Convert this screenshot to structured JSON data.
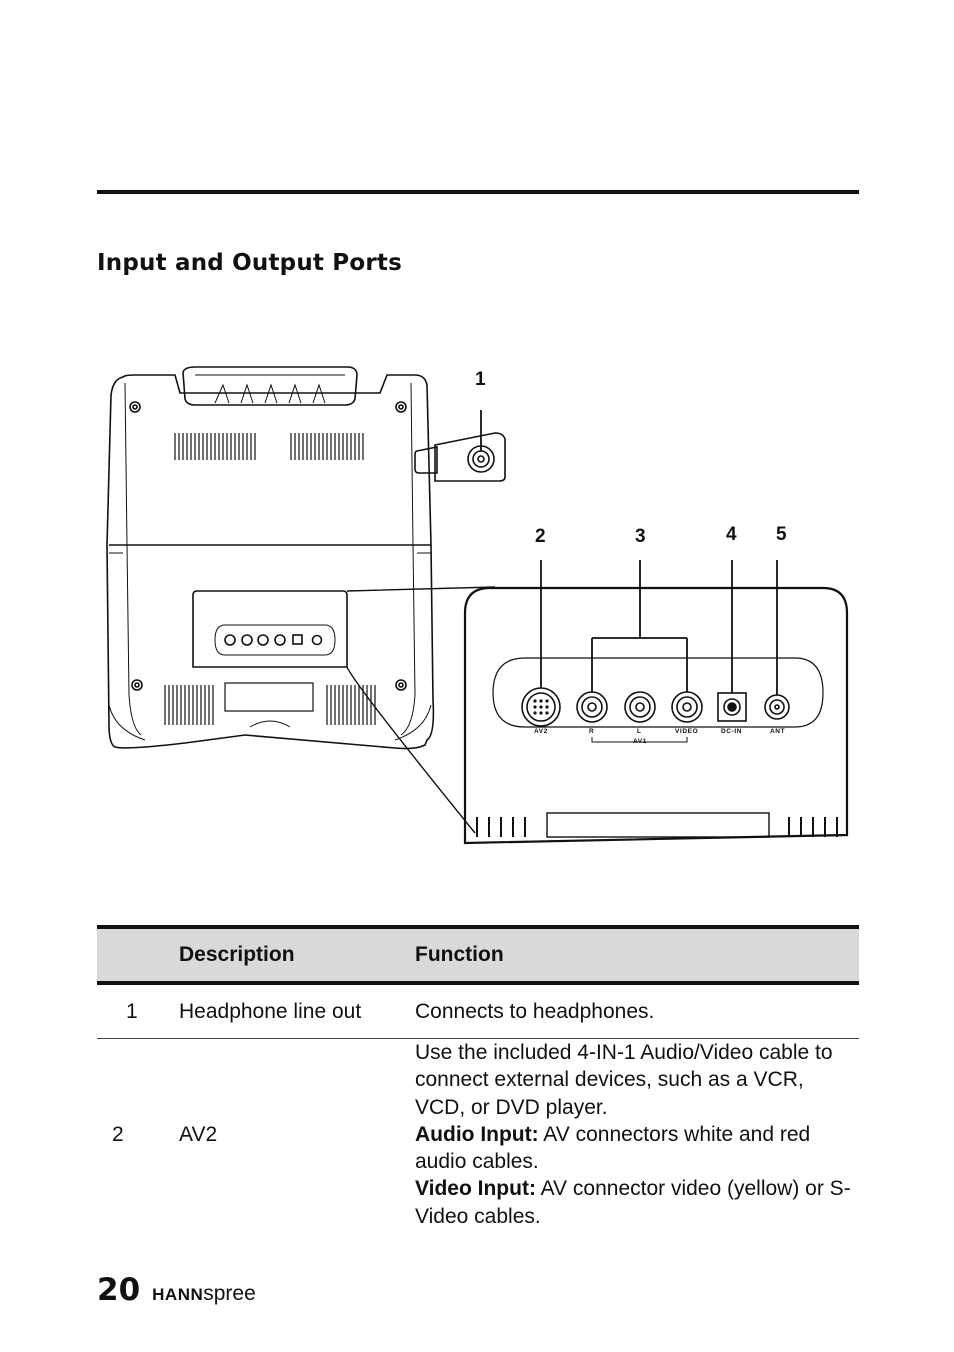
{
  "section": {
    "title": "Input and Output Ports"
  },
  "figure": {
    "callouts": [
      "1",
      "2",
      "3",
      "4",
      "5"
    ],
    "port_labels": [
      "AV2",
      "R",
      "L",
      "VIDEO",
      "DC-IN",
      "ANT",
      "AV1"
    ]
  },
  "table": {
    "headers": [
      "",
      "Description",
      "Function"
    ],
    "rows": [
      {
        "num": "1",
        "description": "Headphone line out",
        "function": "Connects to headphones."
      },
      {
        "num": "2",
        "description": "AV2",
        "function_intro": "Use the included 4-IN-1 Audio/Video cable to connect external devices, such as a VCR, VCD, or DVD player.",
        "audio_label": "Audio Input:",
        "audio_text": " AV connectors white and red audio cables.",
        "video_label": "Video Input:",
        "video_text": " AV connector video (yellow) or S-Video cables."
      }
    ]
  },
  "footer": {
    "page_number": "20",
    "brand_bold": "HANN",
    "brand_rest": "spree"
  }
}
